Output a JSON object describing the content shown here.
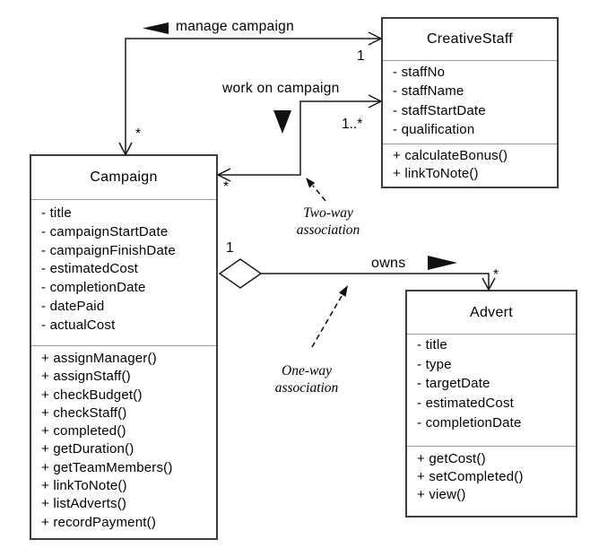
{
  "diagram": {
    "classes": [
      {
        "name": "Campaign",
        "attributes": [
          "- title",
          "- campaignStartDate",
          "- campaignFinishDate",
          "- estimatedCost",
          "- completionDate",
          "- datePaid",
          "- actualCost"
        ],
        "methods": [
          "+ assignManager()",
          "+ assignStaff()",
          "+ checkBudget()",
          "+ checkStaff()",
          "+ completed()",
          "+ getDuration()",
          "+ getTeamMembers()",
          "+ linkToNote()",
          "+ listAdverts()",
          "+ recordPayment()"
        ]
      },
      {
        "name": "CreativeStaff",
        "attributes": [
          "- staffNo",
          "- staffName",
          "- staffStartDate",
          "- qualification"
        ],
        "methods": [
          "+ calculateBonus()",
          "+ linkToNote()"
        ]
      },
      {
        "name": "Advert",
        "attributes": [
          "- title",
          "- type",
          "- targetDate",
          "- estimatedCost",
          "- completionDate"
        ],
        "methods": [
          "+ getCost()",
          "+ setCompleted()",
          "+ view()"
        ]
      }
    ],
    "edge_labels": {
      "manage_campaign": "manage campaign",
      "work_on_campaign": "work on campaign",
      "owns": "owns"
    },
    "multiplicities": {
      "manage_staff_end": "1",
      "manage_campaign_end": "*",
      "work_staff_end": "1..*",
      "work_campaign_end": "*",
      "owns_campaign_end": "1",
      "owns_advert_end": "*"
    },
    "notes": {
      "two_way": {
        "line1": "Two-way",
        "line2": "association"
      },
      "one_way": {
        "line1": "One-way",
        "line2": "association"
      }
    },
    "icons": {
      "manage_direction": "left-filled-triangle",
      "work_direction": "down-filled-triangle",
      "owns_direction": "right-filled-triangle",
      "owns_source": "open-aggregation-diamond"
    },
    "colors": {
      "line": "#1a1a1a",
      "box_border": "#3d3d3d",
      "separator": "#9a9a9a",
      "background": "#ffffff",
      "text": "#000000"
    }
  }
}
